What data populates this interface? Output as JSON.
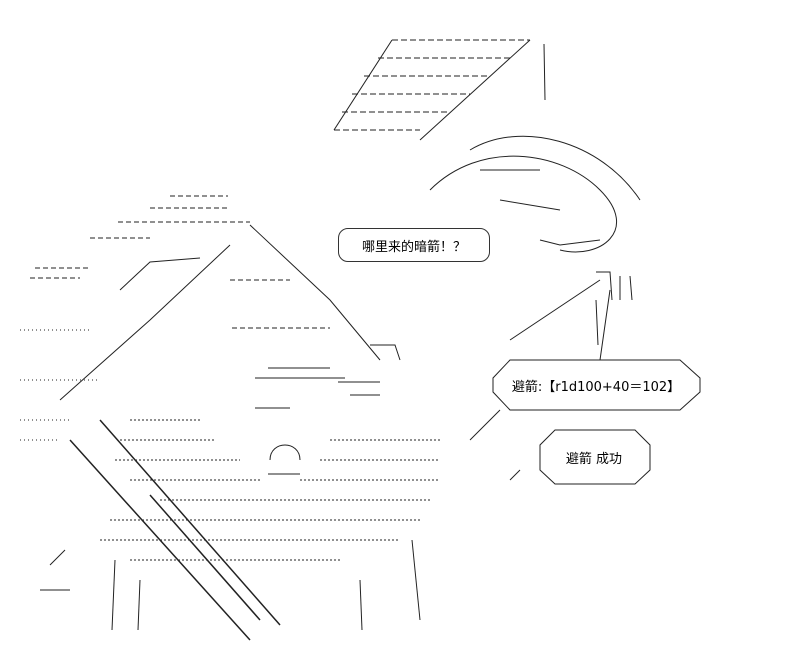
{
  "art": {
    "icon": "ascii-art-figure",
    "ink_color": "#111111",
    "background": "#ffffff"
  },
  "dialogue": {
    "shout": "哪里来的暗箭！？",
    "dice_roll": "避箭:【r1d100+40＝102】",
    "result": "避箭 成功"
  }
}
